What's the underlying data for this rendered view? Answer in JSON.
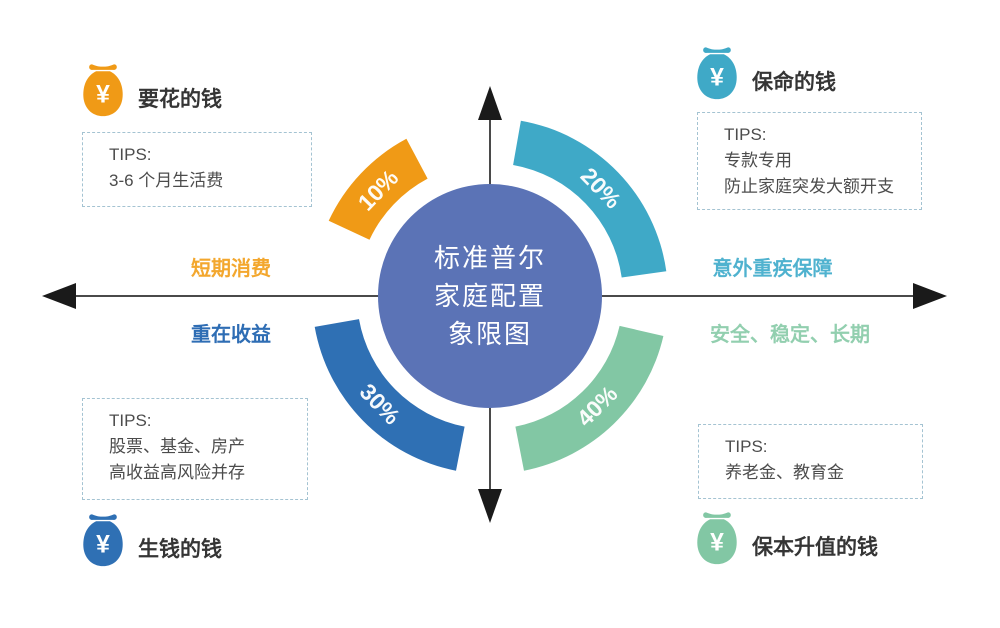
{
  "title": "标准普尔家庭配置象限图",
  "center": {
    "lines": [
      "标准普尔",
      "家庭配置",
      "象限图"
    ]
  },
  "icons": {
    "money_bag_symbol": "¥"
  },
  "colors": {
    "background": "#FFFFFF",
    "center_circle": "#5B73B6",
    "axis": "#4A4A4A",
    "arrow": "#1A1A1A",
    "tips_border": "#A4C3D2",
    "tips_text": "#4C4C4C",
    "corner_label": "#353535"
  },
  "segments": [
    {
      "id": "short-term-spending",
      "percent": "10%",
      "bag_label": "要花的钱",
      "quadrant_label": "短期消费",
      "color": "#F09A16",
      "label_color": "#F3A72E",
      "tips_title": "TIPS:",
      "tips": [
        "3-6 个月生活费"
      ]
    },
    {
      "id": "life-protection",
      "percent": "20%",
      "bag_label": "保命的钱",
      "quadrant_label": "意外重疾保障",
      "color": "#3FA9C7",
      "label_color": "#4FB2CF",
      "tips_title": "TIPS:",
      "tips": [
        "专款专用",
        "防止家庭突发大额开支"
      ]
    },
    {
      "id": "money-generating",
      "percent": "30%",
      "bag_label": "生钱的钱",
      "quadrant_label": "重在收益",
      "color": "#2F70B4",
      "label_color": "#2E6DB4",
      "tips_title": "TIPS:",
      "tips": [
        "股票、基金、房产",
        "高收益高风险并存"
      ]
    },
    {
      "id": "capital-preservation",
      "percent": "40%",
      "bag_label": "保本升值的钱",
      "quadrant_label": "安全、稳定、长期",
      "color": "#82C7A4",
      "label_color": "#92CFAF",
      "tips_title": "TIPS:",
      "tips": [
        "养老金、教育金"
      ]
    }
  ],
  "chart_data": {
    "type": "pie",
    "title": "标准普尔家庭配置象限图",
    "categories": [
      "要花的钱",
      "保命的钱",
      "生钱的钱",
      "保本升值的钱"
    ],
    "values": [
      10,
      20,
      30,
      40
    ],
    "unit": "%"
  }
}
